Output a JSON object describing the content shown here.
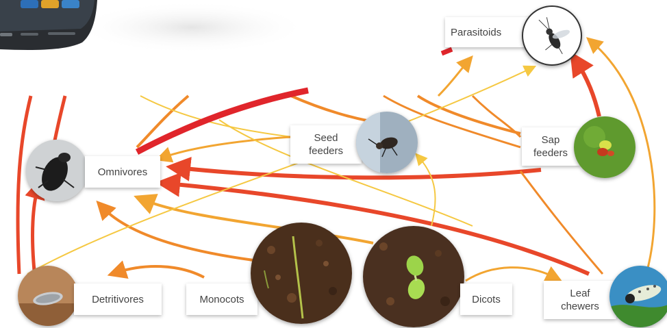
{
  "nodes": {
    "parasitoids": {
      "label": "Parasitoids",
      "icon": "wasp-photo"
    },
    "omnivores": {
      "label": "Omnivores",
      "icon": "beetle-photo"
    },
    "seed_feeders": {
      "label_line1": "Seed",
      "label_line2": "feeders",
      "icon": "seed-bug-photo"
    },
    "sap_feeders": {
      "label_line1": "Sap",
      "label_line2": "feeders",
      "icon": "aphid-photo"
    },
    "detritivores": {
      "label": "Detritivores",
      "icon": "woodlouse-photo"
    },
    "monocots": {
      "label": "Monocots",
      "icon": "grass-seedling-photo"
    },
    "dicots": {
      "label": "Dicots",
      "icon": "dicot-seedling-photo"
    },
    "leaf_chewers": {
      "label_line1": "Leaf",
      "label_line2": "chewers",
      "icon": "caterpillar-photo"
    }
  },
  "colors": {
    "strong_link": "#e8472a",
    "strongest_link": "#e0252b",
    "medium_link": "#f08a2a",
    "light_link": "#f2a531",
    "weak_link": "#f5c842",
    "label_text": "#444444"
  }
}
